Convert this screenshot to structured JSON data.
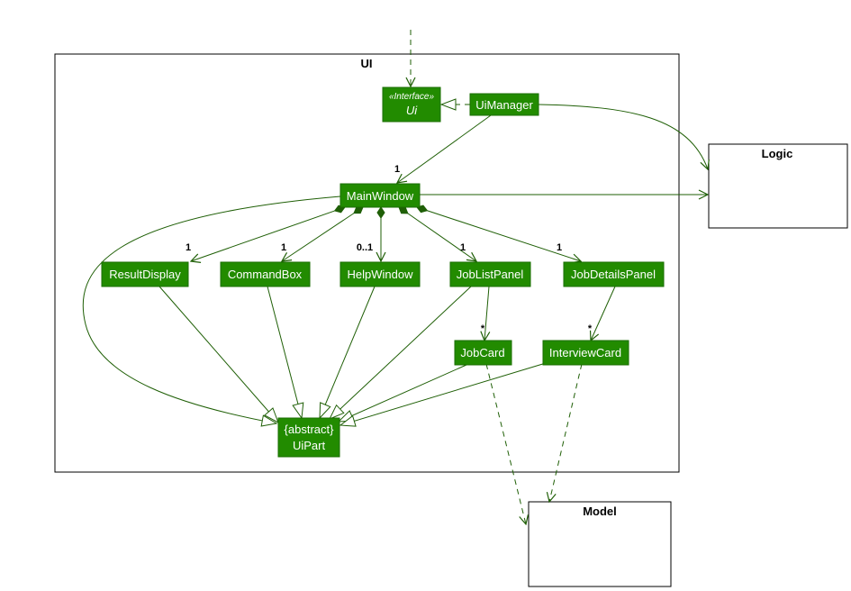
{
  "packages": {
    "ui": "UI",
    "logic": "Logic",
    "model": "Model"
  },
  "classes": {
    "ui_interface_stereotype": "«Interface»",
    "ui_interface_name": "Ui",
    "ui_manager": "UiManager",
    "main_window": "MainWindow",
    "result_display": "ResultDisplay",
    "command_box": "CommandBox",
    "help_window": "HelpWindow",
    "job_list_panel": "JobListPanel",
    "job_details_panel": "JobDetailsPanel",
    "job_card": "JobCard",
    "interview_card": "InterviewCard",
    "ui_part_line1": "{abstract}",
    "ui_part_line2": "UiPart"
  },
  "multiplicities": {
    "main_window": "1",
    "result_display": "1",
    "command_box": "1",
    "help_window": "0..1",
    "job_list_panel": "1",
    "job_details_panel": "1",
    "job_card": "*",
    "interview_card": "*"
  },
  "colors": {
    "class_fill": "#228b00",
    "edge": "#1f5f06"
  }
}
